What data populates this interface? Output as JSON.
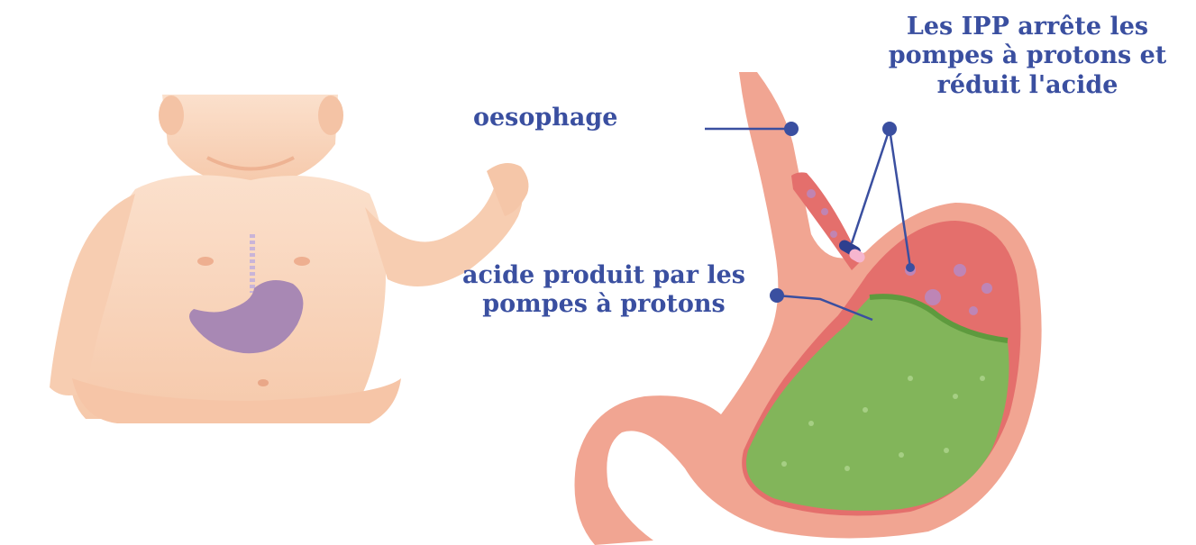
{
  "labels": {
    "oesophage": "oesophage",
    "ipp_lines": [
      "Les IPP arrête les",
      "pompes à protons et",
      "réduit l'acide"
    ],
    "acide_lines": [
      "acide produit par les",
      "pompes à protons"
    ]
  },
  "colors": {
    "label_text": "#3a4fa0",
    "skin": "#f8d2b6",
    "stomach_wall": "#f1a592",
    "stomach_inner": "#e46f6c",
    "acid": "#82b55a",
    "baby_stomach": "#a888b4",
    "leader": "#3a4fa0"
  },
  "icons": [
    "baby-illustration",
    "stomach-illustration",
    "proton-pump-icon"
  ]
}
